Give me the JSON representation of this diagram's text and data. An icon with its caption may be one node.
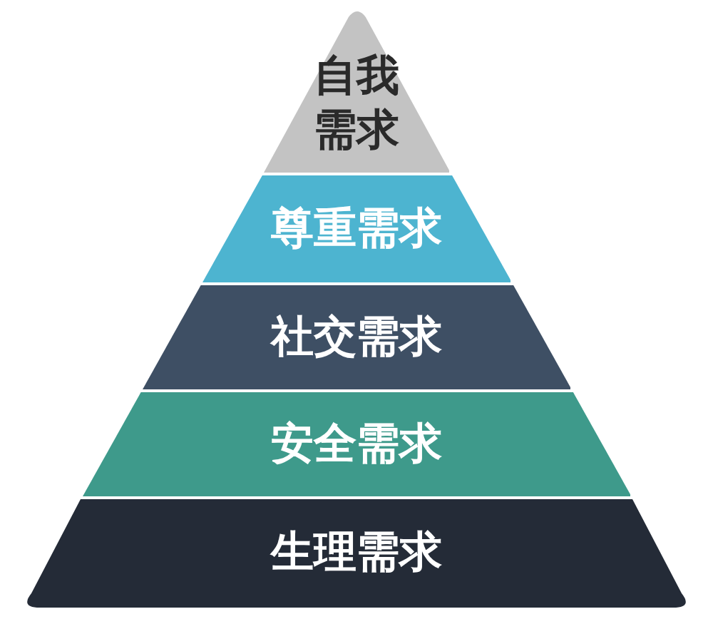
{
  "diagram": {
    "nodes": [
      {
        "text": [
          "自我需求"
        ]
      },
      {
        "text": [
          "尊重需求"
        ]
      },
      {
        "text": [
          "社交需求"
        ]
      },
      {
        "text": [
          "安全需求"
        ]
      },
      {
        "text": [
          "生理需求"
        ]
      }
    ]
  }
}
